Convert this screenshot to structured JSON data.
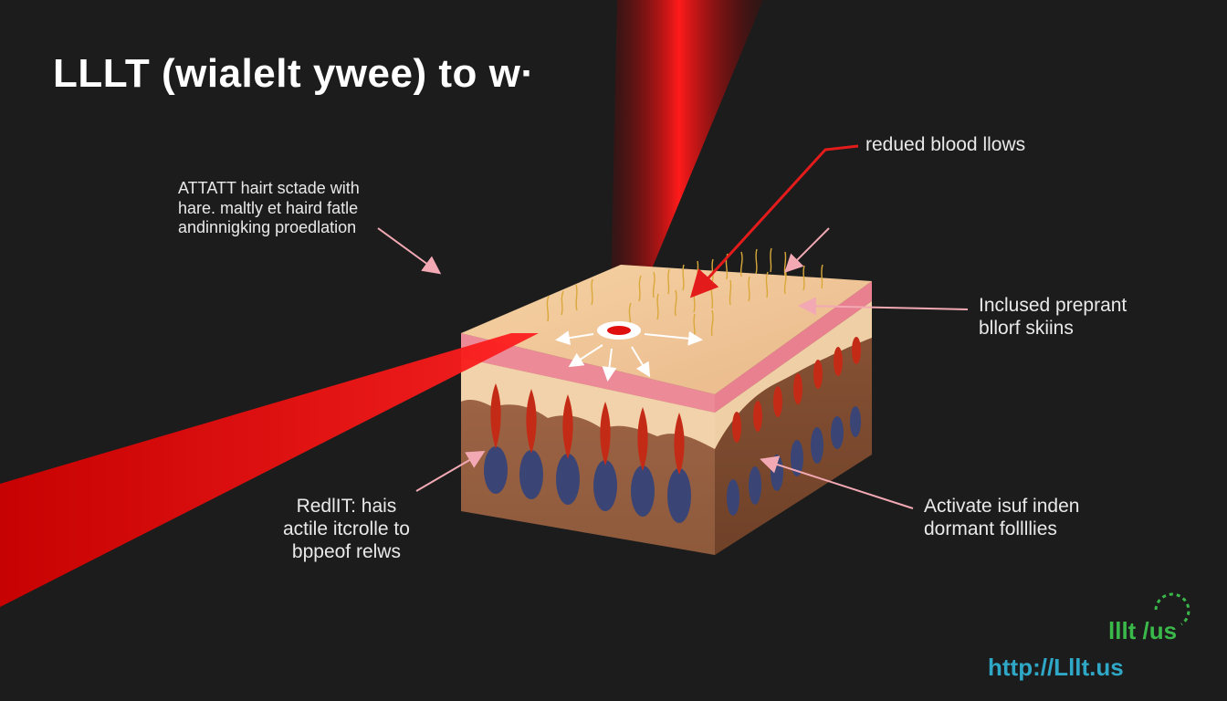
{
  "title": "LLLT (wialelt ywee) to w·",
  "labels": {
    "top_left": [
      "ATTATT hairt sctade with",
      "hare. maltly et haird fatle",
      "andinnigking proedlation"
    ],
    "top_right": "redued blood llows",
    "right": [
      "Inclused preprant",
      "bllorf skiins"
    ],
    "bottom_left": [
      "RedlIT: hais",
      "actile itcrolle to",
      "bppeof relws"
    ],
    "bottom_right": [
      "Activate isuf inden",
      "dormant follllies"
    ]
  },
  "brand": {
    "logo_text": "lllt /us",
    "url": "http://Lllt.us"
  },
  "colors": {
    "background": "#1c1c1c",
    "laser": "#e01010",
    "skin_top": "#f3c99a",
    "dermis_pink": "#ef8f9a",
    "tissue": "#a8704e",
    "follicle_blue": "#3c4a78",
    "follicle_red": "#c8301a",
    "brand_green": "#3bb84a",
    "url_blue": "#2fa8c8"
  }
}
